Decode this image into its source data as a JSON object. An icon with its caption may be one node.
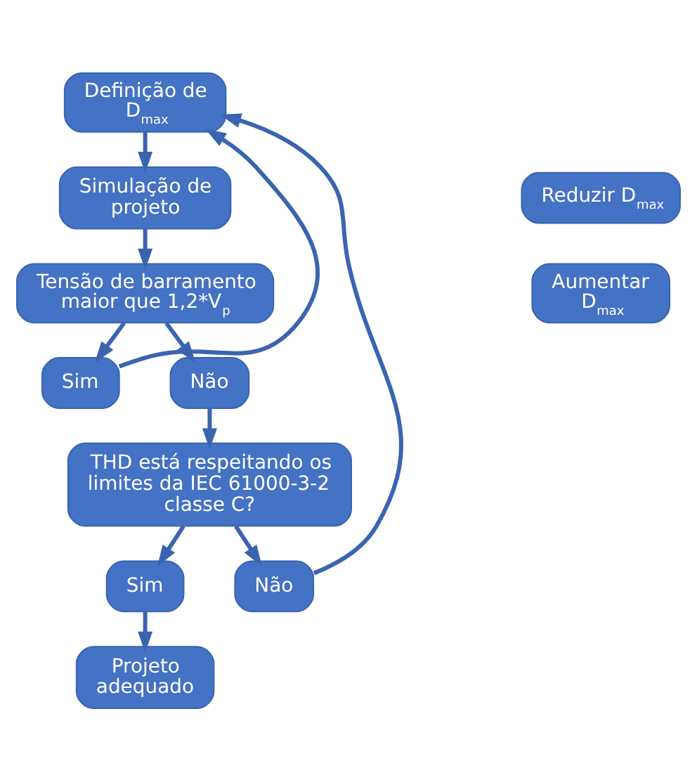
{
  "diagram": {
    "nodes": [
      {
        "text": [
          "Definição de D$_{max}$"
        ]
      },
      {
        "text": [
          "Simulação de projeto"
        ]
      },
      {
        "text": [
          "Reduzir D$_{max}$"
        ]
      },
      {
        "text": [
          "Tensão de barramento maior que 1,2*V$_{p}$"
        ]
      },
      {
        "text": [
          "Aumentar D$_{max}$"
        ]
      },
      {
        "text": [
          "Sim"
        ]
      },
      {
        "text": [
          "Não"
        ]
      },
      {
        "text": [
          "THD está respeitando os limites da IEC 61000-3-2 classe C?"
        ]
      },
      {
        "text": [
          "Sim"
        ]
      },
      {
        "text": [
          "Não"
        ]
      },
      {
        "text": [
          "Projeto adequado"
        ]
      }
    ],
    "edges": [
      {
        "from": 0,
        "to": 1,
        "arrow": "to"
      },
      {
        "from": 1,
        "to": 3,
        "arrow": "to"
      },
      {
        "from": 3,
        "to": 5,
        "arrow": "to"
      },
      {
        "from": 3,
        "to": 6,
        "arrow": "to"
      },
      {
        "from": 6,
        "to": 7,
        "arrow": "to"
      },
      {
        "from": 7,
        "to": 8,
        "arrow": "to"
      },
      {
        "from": 7,
        "to": 9,
        "arrow": "to"
      },
      {
        "from": 8,
        "to": 10,
        "arrow": "to"
      },
      {
        "from": 5,
        "to": 0,
        "arrow": "to"
      },
      {
        "from": 9,
        "to": 0,
        "arrow": "to"
      }
    ]
  }
}
